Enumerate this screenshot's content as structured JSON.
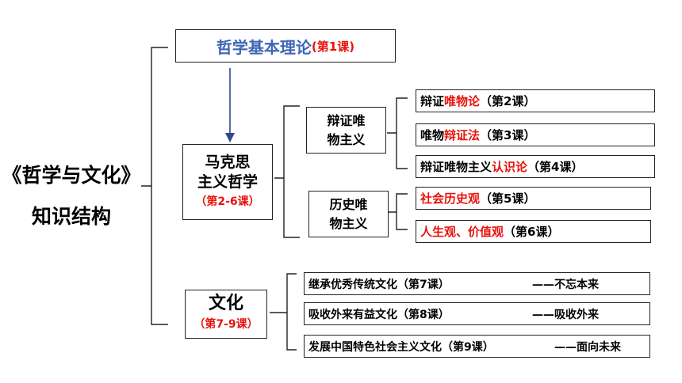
{
  "title": {
    "line1": "《哲学与文化》",
    "line2": "知识结构"
  },
  "top": {
    "name": "哲学基本理论",
    "lesson": "(第1课)"
  },
  "marx": {
    "line1": "马克思",
    "line2": "主义哲学",
    "lessons": "（第2-6课）"
  },
  "culture": {
    "name": "文化",
    "lessons": "（第7-9课）"
  },
  "dialectical": {
    "line1": "辩证唯",
    "line2": "物主义"
  },
  "historical": {
    "line1": "历史唯",
    "line2": "物主义"
  },
  "items": [
    {
      "pre": "辩证",
      "hl": "唯物论",
      "post": "（第2课）"
    },
    {
      "pre": "唯物",
      "hl": "辩证法",
      "post": "（第3课）"
    },
    {
      "pre": "辩证唯物主义",
      "hl": "认识论",
      "post": "（第4课）"
    },
    {
      "pre": "",
      "hl": "社会历史观",
      "post": "（第5课）"
    },
    {
      "pre": "",
      "hl": "人生观、价值观",
      "post": "（第6课）"
    }
  ],
  "culture_items": [
    {
      "text": "继承优秀传统文化（第7课）",
      "tag": "——不忘本来"
    },
    {
      "text": "吸收外来有益文化（第8课）",
      "tag": "——吸收外来"
    },
    {
      "text": "发展中国特色社会主义文化（第9课）",
      "tag": "——面向未来"
    }
  ],
  "colors": {
    "highlight": "#e8120c",
    "top_title": "#3f66b5",
    "arrow": "#2e4a8c"
  }
}
